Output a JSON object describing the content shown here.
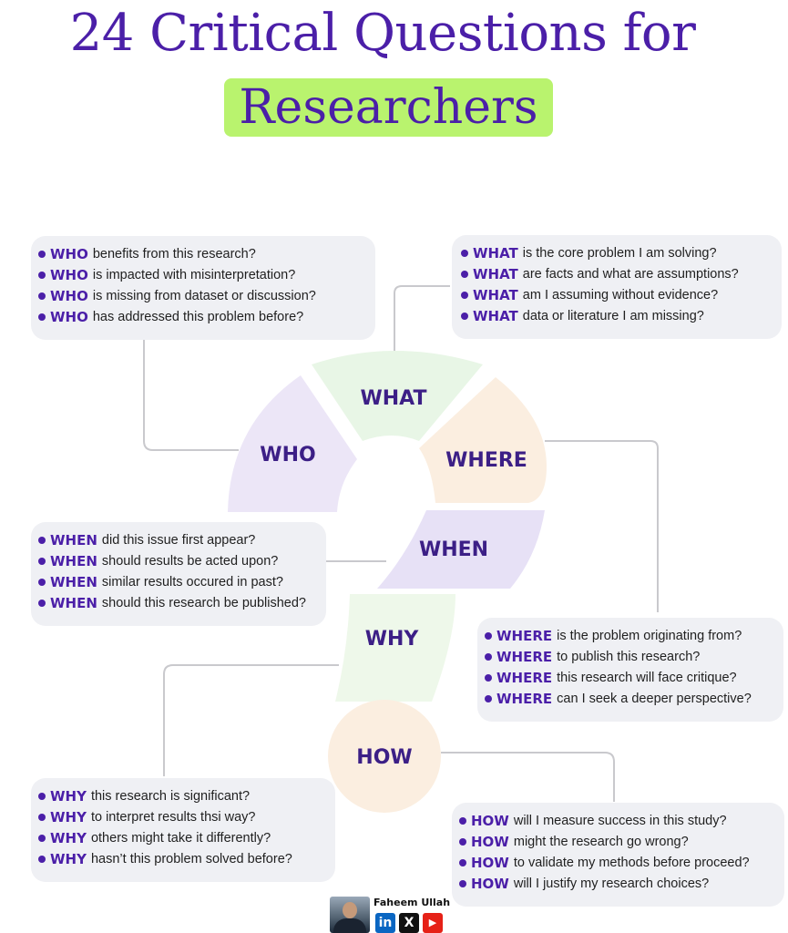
{
  "title": {
    "line1": "24 Critical Questions for",
    "line2": "Researchers"
  },
  "colors": {
    "accent": "#4b1fa8",
    "highlight": "#b9f36e",
    "box_bg": "#eff0f4",
    "segment_who": "#ece6f7",
    "segment_what": "#e8f6e6",
    "segment_where": "#fbeee0",
    "segment_when": "#e7e1f6",
    "segment_why": "#eef8ea",
    "segment_how": "#fbeee0"
  },
  "diagram": {
    "segments": [
      {
        "key": "who",
        "label": "WHO"
      },
      {
        "key": "what",
        "label": "WHAT"
      },
      {
        "key": "where",
        "label": "WHERE"
      },
      {
        "key": "when",
        "label": "WHEN"
      },
      {
        "key": "why",
        "label": "WHY"
      },
      {
        "key": "how",
        "label": "HOW"
      }
    ]
  },
  "groups": {
    "who": {
      "keyword": "WHO",
      "questions": [
        "benefits from this research?",
        "is impacted with misinterpretation?",
        "is missing from dataset or discussion?",
        "has addressed this problem before?"
      ]
    },
    "what": {
      "keyword": "WHAT",
      "questions": [
        "is the core problem I am solving?",
        "are facts and what are assumptions?",
        "am I assuming without evidence?",
        "data or literature I am missing?"
      ]
    },
    "when": {
      "keyword": "WHEN",
      "questions": [
        "did this issue first appear?",
        "should results be acted upon?",
        "similar results occured in past?",
        "should this research be published?"
      ]
    },
    "where": {
      "keyword": "WHERE",
      "questions": [
        "is the problem originating from?",
        "to publish this research?",
        "this research will face critique?",
        "can I seek a deeper perspective?"
      ]
    },
    "why": {
      "keyword": "WHY",
      "questions": [
        "this research is significant?",
        "to interpret results thsi way?",
        "others might take it differently?",
        "hasn’t this problem solved before?"
      ]
    },
    "how": {
      "keyword": "HOW",
      "questions": [
        "will I measure success in this study?",
        "might the research go wrong?",
        "to validate my methods before proceed?",
        "will I justify my research choices?"
      ]
    }
  },
  "footer": {
    "author": "Faheem Ullah",
    "social": [
      {
        "name": "linkedin-icon",
        "glyph": "in",
        "color": "#0a66c2"
      },
      {
        "name": "x-icon",
        "glyph": "X",
        "color": "#111111"
      },
      {
        "name": "youtube-icon",
        "glyph": "▶",
        "color": "#e62117"
      }
    ]
  }
}
